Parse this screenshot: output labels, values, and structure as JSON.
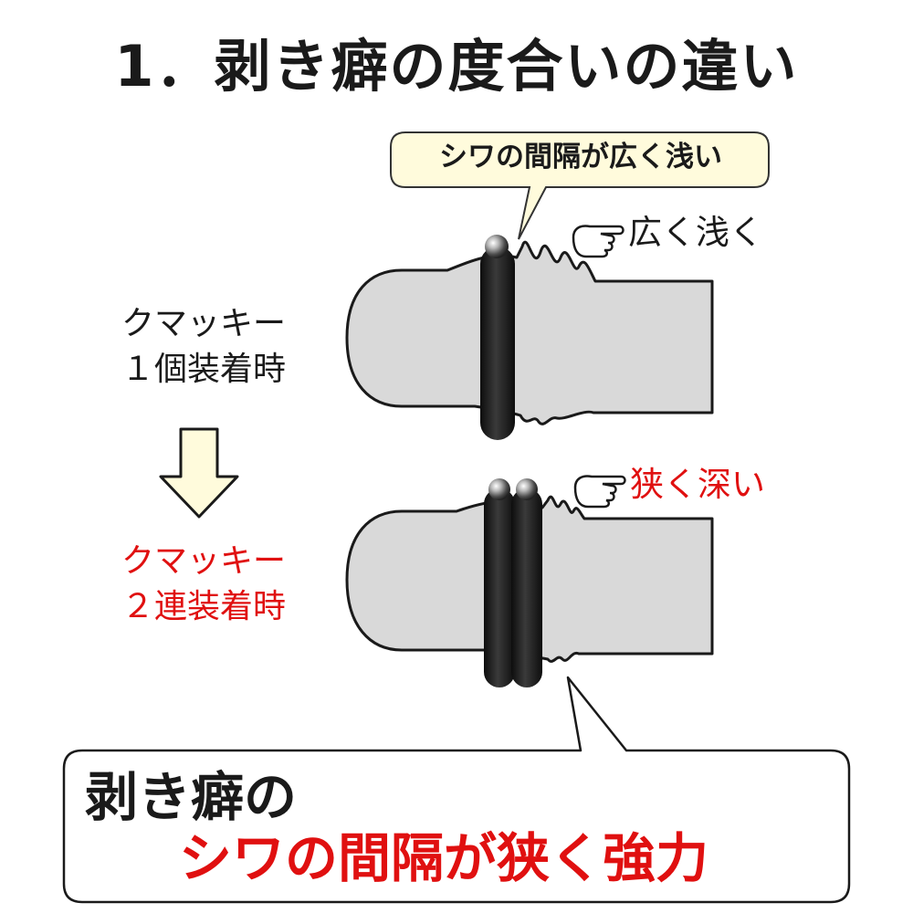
{
  "title": "1．剥き癖の度合いの違い",
  "bubble": "シワの間隔が広く浅い",
  "labels": {
    "one": [
      "クマッキー",
      "１個装着時"
    ],
    "two": [
      "クマッキー",
      "２連装着時"
    ]
  },
  "notes": {
    "wide": "広く浅く",
    "deep": "狭く深い"
  },
  "conclusion": {
    "line1": "剥き癖の",
    "line2": "シワの間隔が狭く強力"
  },
  "colors": {
    "accent": "#e01010",
    "shaft": "#d9d9d9",
    "ring": "#1c1c1c",
    "bubble": "#fffbdc",
    "arrow": "#fffbdc"
  },
  "icons": [
    "pointing-hand-icon",
    "down-arrow-icon",
    "steel-ball-icon"
  ]
}
